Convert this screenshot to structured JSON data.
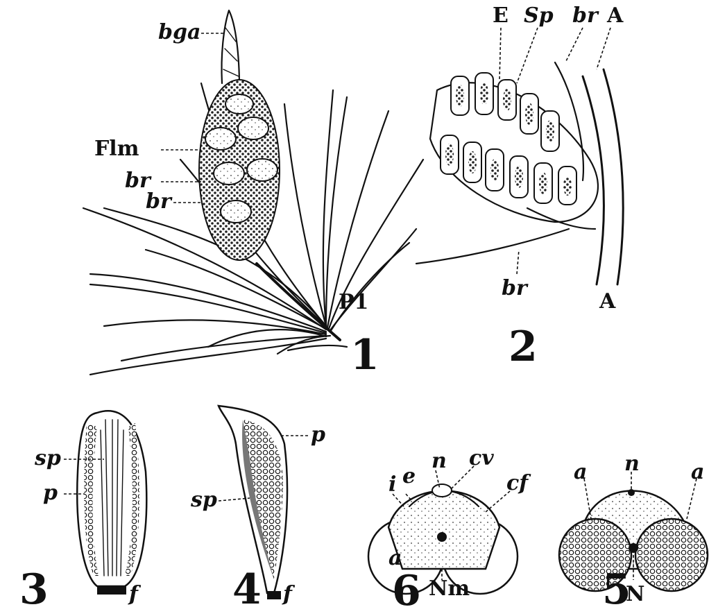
{
  "figures": [
    {
      "number": "1",
      "labels": [
        "bga",
        "Flm",
        "br",
        "br",
        "P1"
      ]
    },
    {
      "number": "2",
      "labels": [
        "E",
        "Sp",
        "br",
        "A",
        "br",
        "A"
      ]
    },
    {
      "number": "3",
      "labels": [
        "sp",
        "p",
        "f"
      ]
    },
    {
      "number": "4",
      "labels": [
        "sp",
        "p",
        "f"
      ]
    },
    {
      "number": "6",
      "labels": [
        "i",
        "e",
        "n",
        "cv",
        "cf",
        "a",
        "Nm"
      ]
    },
    {
      "number": "5",
      "labels": [
        "n",
        "a",
        "a",
        "N"
      ]
    }
  ]
}
